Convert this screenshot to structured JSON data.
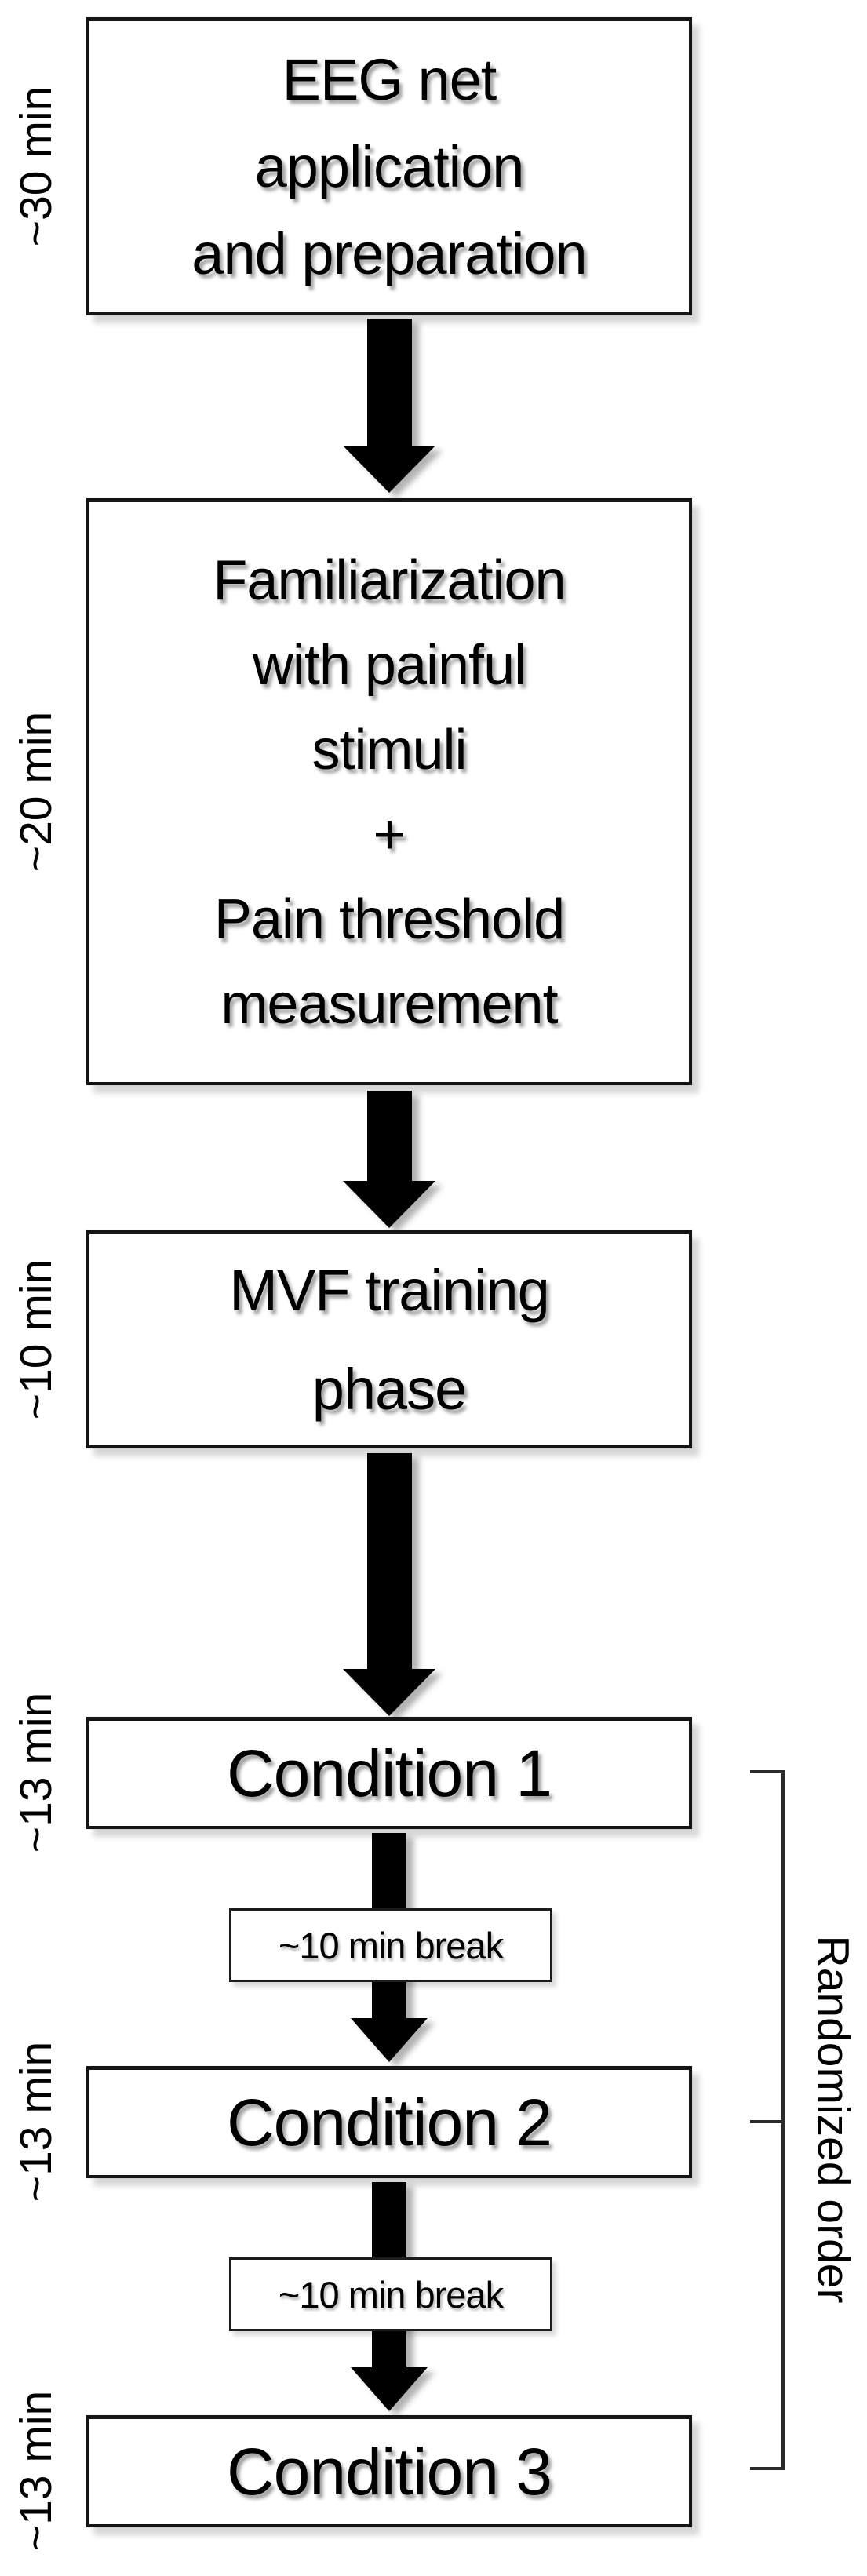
{
  "colors": {
    "ink": "#000000",
    "box_border": "#141414",
    "bracket": "#2b2b2b",
    "background": "#ffffff"
  },
  "timeline": {
    "steps": [
      {
        "duration": "~30 min",
        "lines": [
          "EEG net",
          "application",
          "and preparation"
        ]
      },
      {
        "duration": "~20 min",
        "lines": [
          "Familiarization",
          "with painful",
          "stimuli",
          "+",
          "Pain threshold",
          "measurement"
        ]
      },
      {
        "duration": "~10 min",
        "lines": [
          "MVF training",
          "phase"
        ]
      },
      {
        "duration": "~13 min",
        "lines": [
          "Condition 1"
        ]
      },
      {
        "duration": "~13 min",
        "lines": [
          "Condition 2"
        ]
      },
      {
        "duration": "~13 min",
        "lines": [
          "Condition 3"
        ]
      }
    ],
    "breaks": [
      {
        "label": "~10 min break"
      },
      {
        "label": "~10 min break"
      }
    ],
    "bracket_label": "Randomized order"
  }
}
